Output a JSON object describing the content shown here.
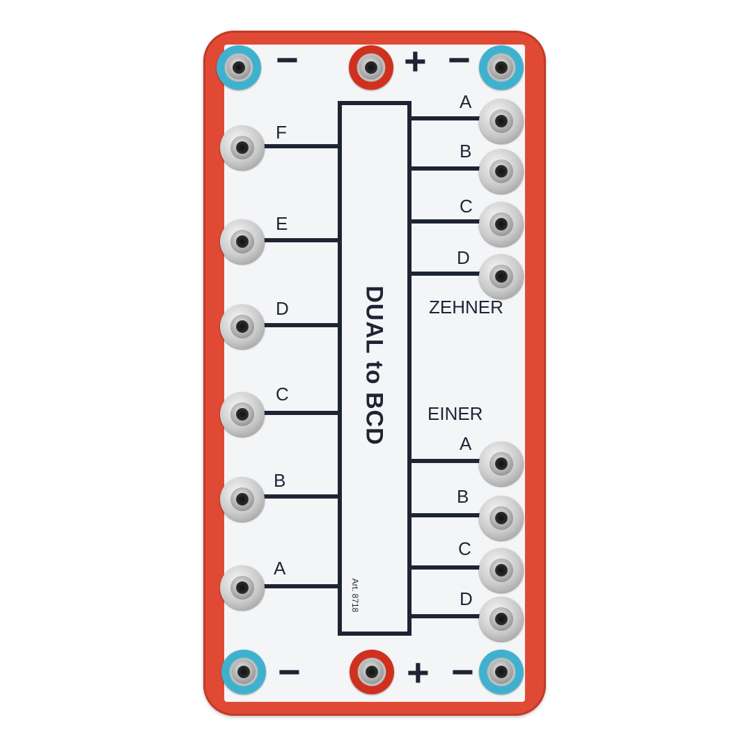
{
  "module": {
    "title": "DUAL to BCD",
    "art_number": "Art. 8718"
  },
  "power": {
    "minus": "−",
    "plus": "+"
  },
  "left_inputs": [
    "F",
    "E",
    "D",
    "C",
    "B",
    "A"
  ],
  "zehner": {
    "label": "ZEHNER",
    "outputs": [
      "A",
      "B",
      "C",
      "D"
    ]
  },
  "einer": {
    "label": "EINER",
    "outputs": [
      "A",
      "B",
      "C",
      "D"
    ]
  },
  "colors": {
    "housing": "#e04a35",
    "ground_jack": "#3fb1cf",
    "supply_jack": "#d0301e",
    "ink": "#1e2433"
  }
}
